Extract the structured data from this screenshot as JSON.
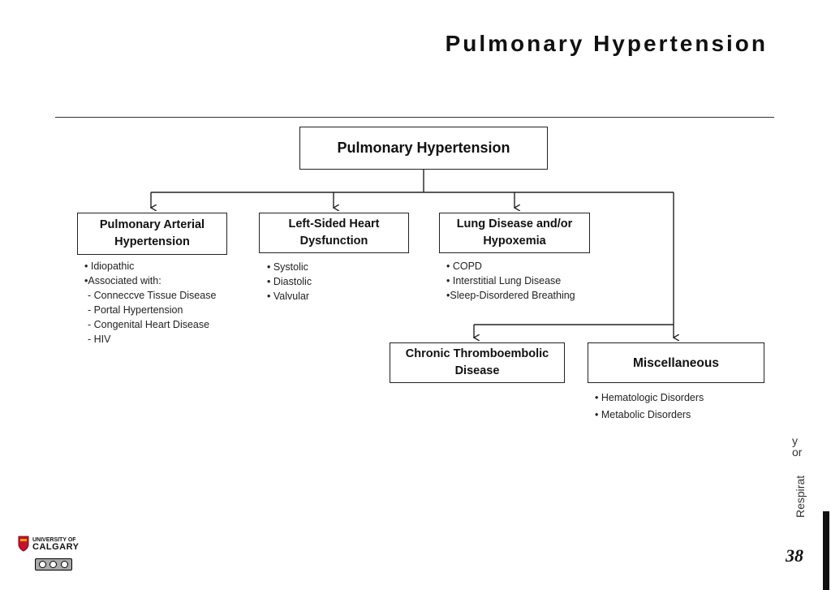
{
  "slide": {
    "title": "Pulmonary Hypertension",
    "side_text_top": "y\nor",
    "side_text_vertical": "Respirat",
    "page_number": "38"
  },
  "diagram": {
    "root": "Pulmonary Hypertension",
    "categories": [
      {
        "label_line1": "Pulmonary Arterial",
        "label_line2": "Hypertension",
        "items": [
          "• Idiopathic",
          "•Associated with:",
          "  - Conneccve Tissue Disease",
          "  - Portal Hypertension",
          "  - Congenital Heart Disease",
          "  - HIV"
        ]
      },
      {
        "label_line1": "Left-Sided Heart",
        "label_line2": "Dysfunction",
        "items": [
          "• Systolic",
          "• Diastolic",
          "• Valvular"
        ]
      },
      {
        "label_line1": "Lung Disease and/or",
        "label_line2": "Hypoxemia",
        "items": [
          "• COPD",
          "• Interstitial Lung Disease",
          "•Sleep-Disordered Breathing"
        ]
      },
      {
        "label_line1": "Chronic Thromboembolic",
        "label_line2": "Disease",
        "items": []
      },
      {
        "label_line1": "Miscellaneous",
        "label_line2": "",
        "items": [
          "• Hematologic Disorders",
          "• Metabolic Disorders"
        ]
      }
    ]
  },
  "footer": {
    "logo_line1": "UNIVERSITY OF",
    "logo_line2": "CALGARY",
    "license_icon": "creative-commons-icon"
  }
}
